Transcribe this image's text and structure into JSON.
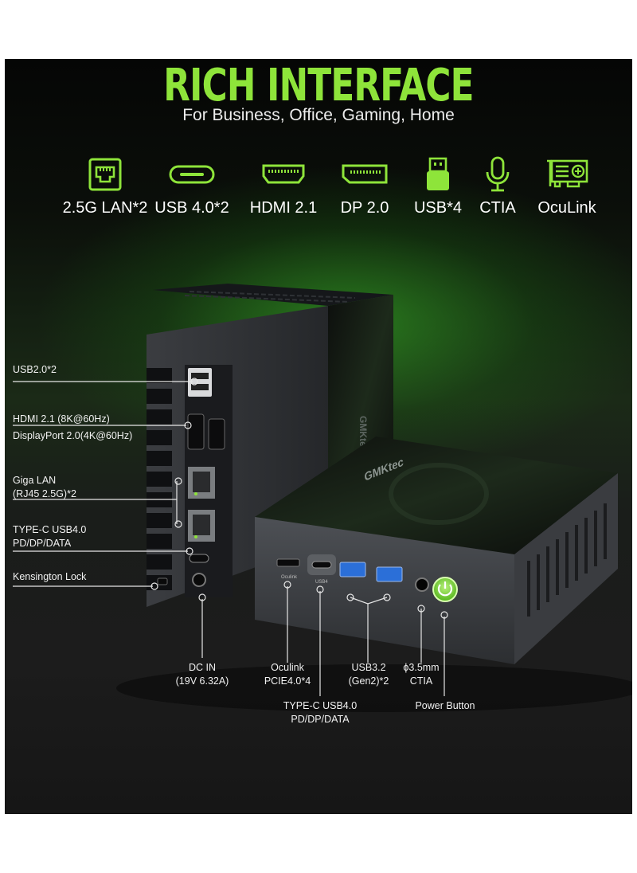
{
  "header": {
    "title": "RICH INTERFACE",
    "subtitle": "For Business, Office, Gaming, Home"
  },
  "ports": [
    {
      "icon": "lan-port-icon",
      "label": "2.5G LAN*2"
    },
    {
      "icon": "usb-c-port-icon",
      "label": "USB 4.0*2"
    },
    {
      "icon": "hdmi-port-icon",
      "label": "HDMI 2.1"
    },
    {
      "icon": "displayport-icon",
      "label": "DP 2.0"
    },
    {
      "icon": "usb-a-port-icon",
      "label": "USB*4"
    },
    {
      "icon": "microphone-icon",
      "label": "CTIA"
    },
    {
      "icon": "oculink-card-icon",
      "label": "OcuLink"
    }
  ],
  "device": {
    "brand": "GMKtec",
    "front_oculink": "Oculink",
    "front_usb4": "USB4"
  },
  "callouts": {
    "usb2": "USB2.0*2",
    "hdmi": "HDMI 2.1 (8K@60Hz)",
    "dp": "DisplayPort 2.0(4K@60Hz)",
    "lan_1": "Giga LAN",
    "lan_2": "(RJ45 2.5G)*2",
    "typec_1": "TYPE-C USB4.0",
    "typec_2": "PD/DP/DATA",
    "kensington": "Kensington Lock",
    "dcin_1": "DC IN",
    "dcin_2": "(19V 6.32A)",
    "oculink_1": "Oculink",
    "oculink_2": "PCIE4.0*4",
    "front_typec_1": "TYPE-C USB4.0",
    "front_typec_2": "PD/DP/DATA",
    "usb32_1": "USB3.2",
    "usb32_2": "(Gen2)*2",
    "audio_1": "ϕ3.5mm",
    "audio_2": "CTIA",
    "power": "Power Button"
  },
  "colors": {
    "accent_green": "#8ee43a",
    "background": "#161616",
    "text": "#ffffff"
  }
}
